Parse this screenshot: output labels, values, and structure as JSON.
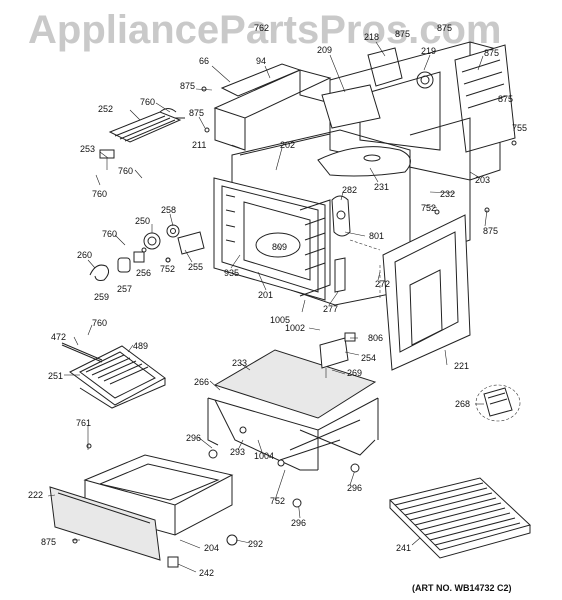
{
  "watermark": "AppliancePartsPros.com",
  "art_number": "(ART NO. WB14732 C2)",
  "callouts": {
    "c66": "66",
    "c94": "94",
    "c762": "762",
    "c209": "209",
    "c218": "218",
    "c875a": "875",
    "c219": "219",
    "c875b": "875",
    "c875c": "875",
    "c875d": "875",
    "c875e": "875",
    "c755": "755",
    "c252": "252",
    "c760a": "760",
    "c211": "211",
    "c253": "253",
    "c760b": "760",
    "c760c": "760",
    "c202": "202",
    "c231": "231",
    "c203": "203",
    "c232": "232",
    "c752a": "752",
    "c875f": "875",
    "c282": "282",
    "c801": "801",
    "c258": "258",
    "c250": "250",
    "c760d": "760",
    "c260": "260",
    "c256": "256",
    "c257": "257",
    "c259": "259",
    "c752b": "752",
    "c255": "255",
    "c809": "809",
    "c935": "935",
    "c201": "201",
    "c277": "277",
    "c272": "272",
    "c1005": "1005",
    "c1002": "1002",
    "c806": "806",
    "c254": "254",
    "c221": "221",
    "c472": "472",
    "c760e": "760",
    "c489": "489",
    "c251": "251",
    "c233": "233",
    "c269": "269",
    "c266": "266",
    "c268": "268",
    "c761": "761",
    "c296a": "296",
    "c293": "293",
    "c1004": "1004",
    "c296b": "296",
    "c222": "222",
    "c752c": "752",
    "c296c": "296",
    "c875g": "875",
    "c204": "204",
    "c292": "292",
    "c241": "241",
    "c242": "242"
  }
}
